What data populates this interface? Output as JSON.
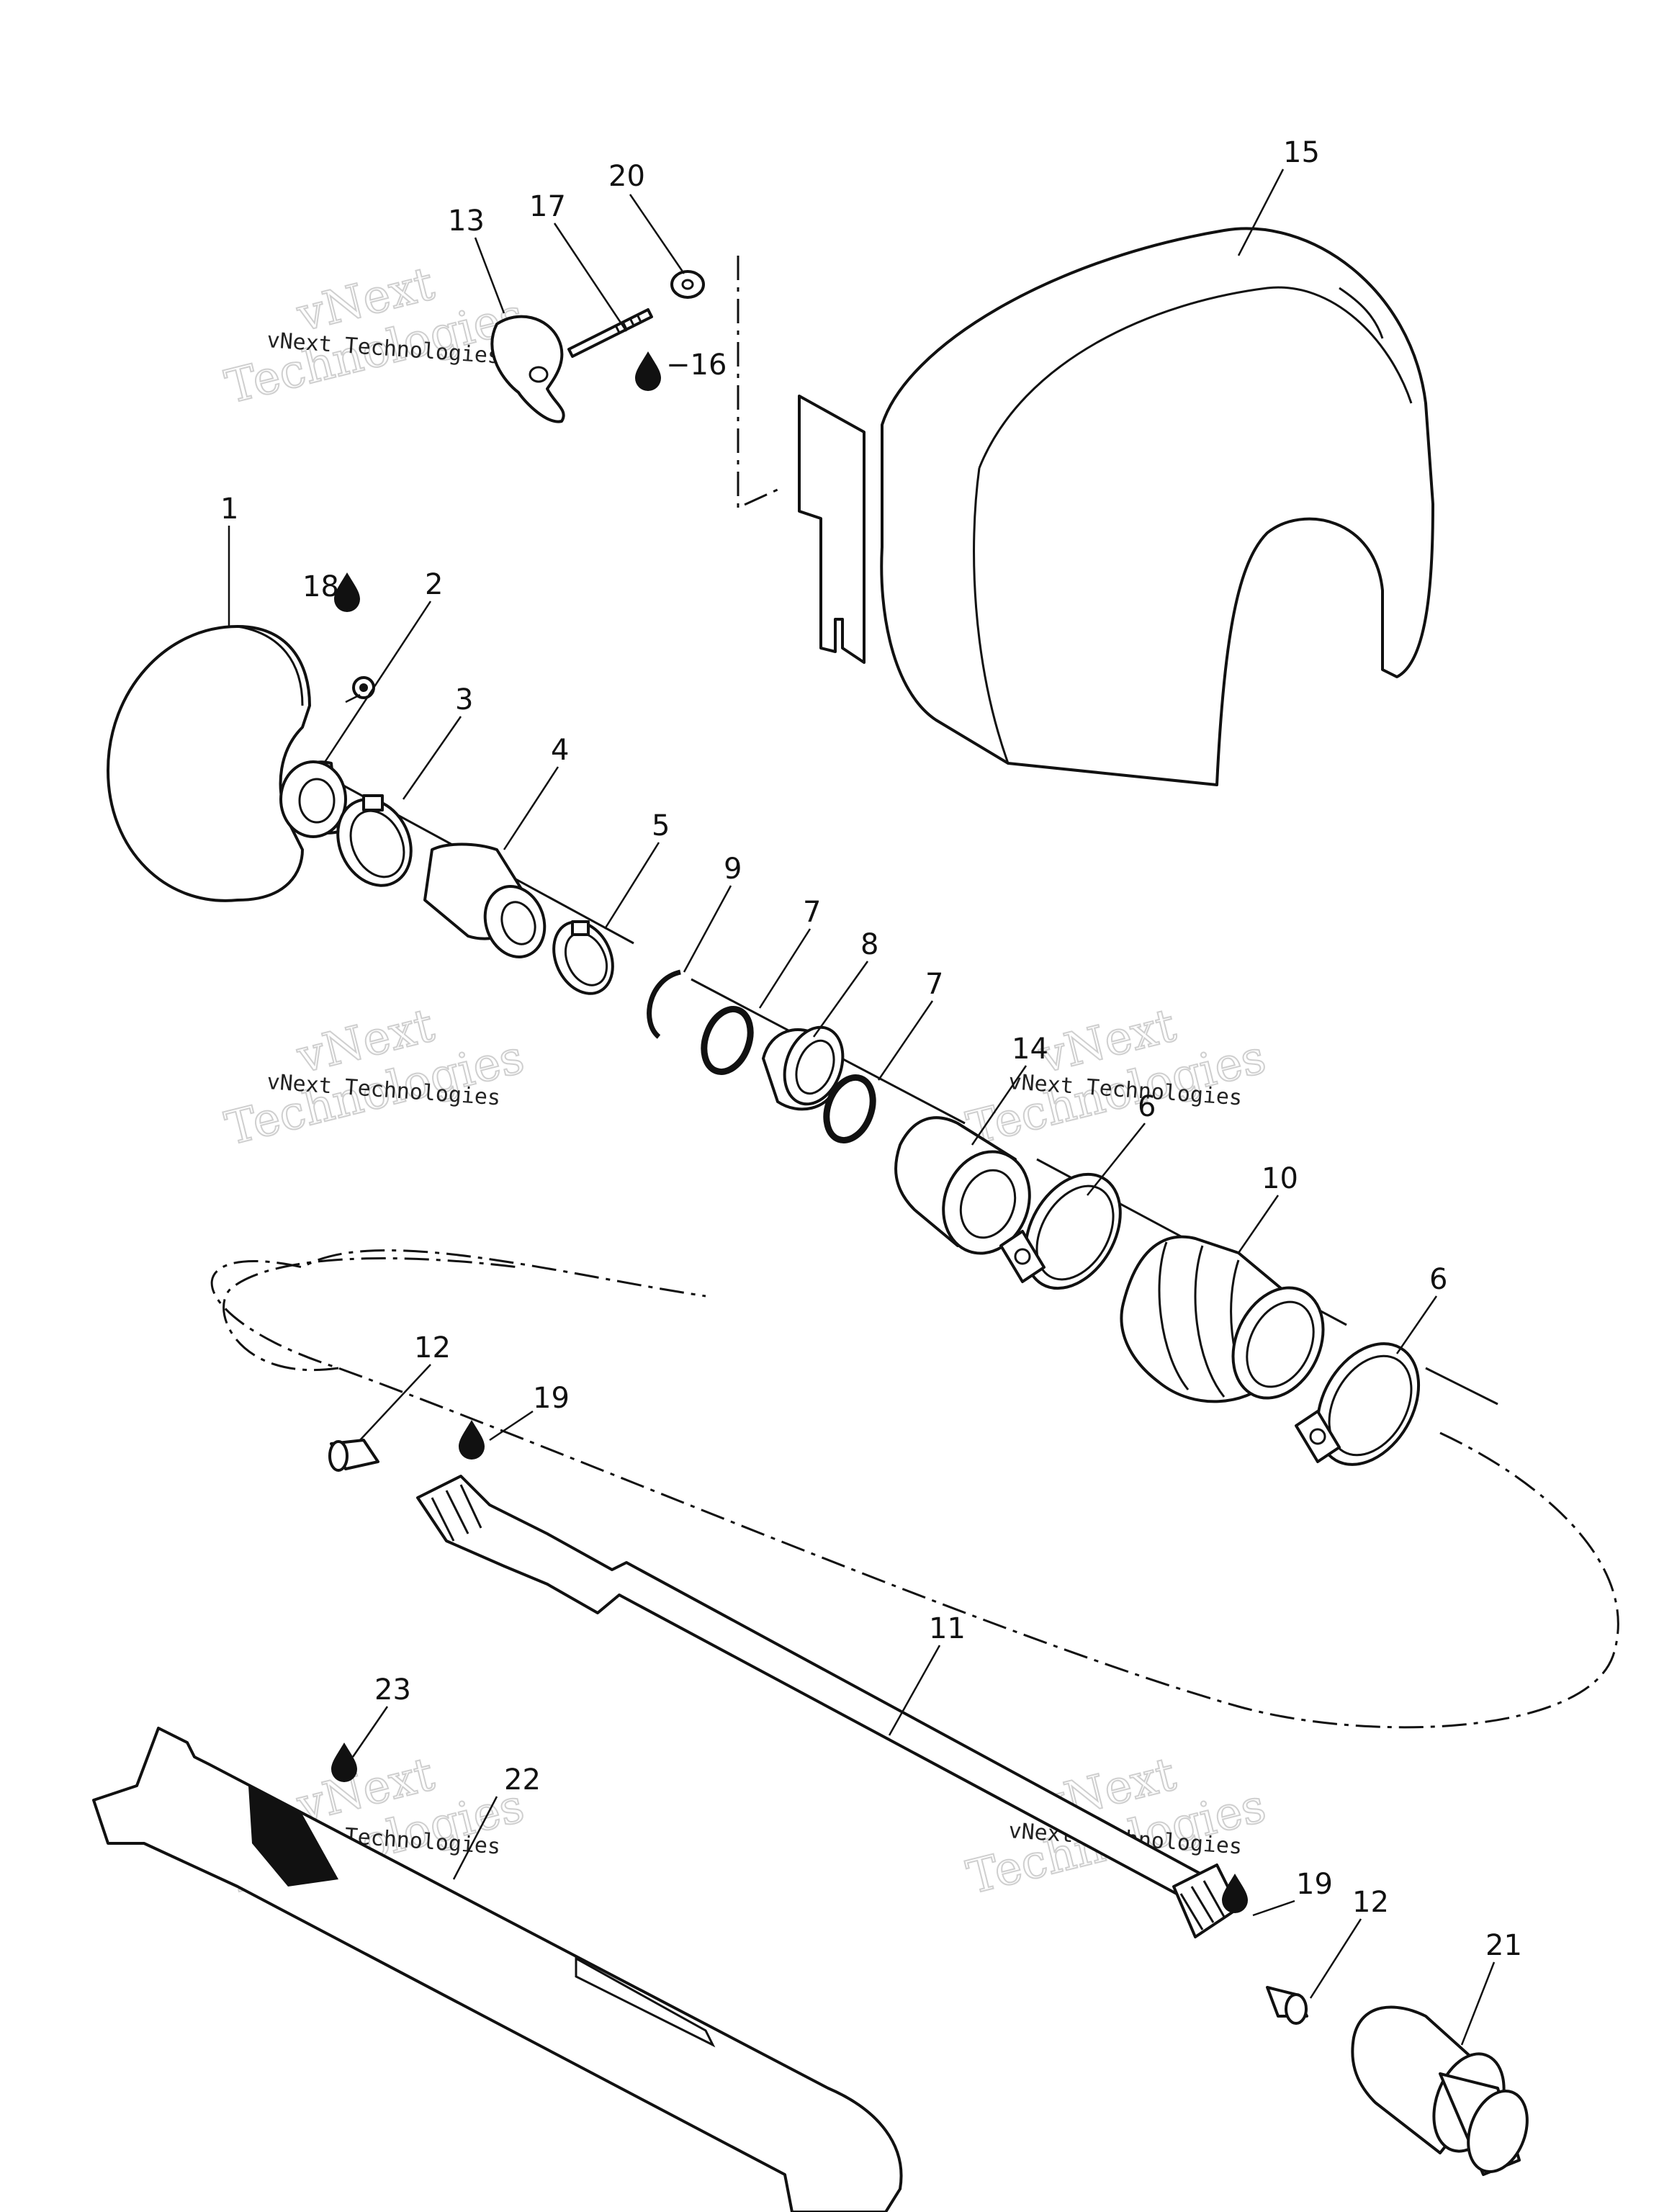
{
  "callouts": {
    "c1": "1",
    "c2": "2",
    "c3": "3",
    "c4": "4",
    "c5": "5",
    "c6a": "6",
    "c6b": "6",
    "c7a": "7",
    "c7b": "7",
    "c8": "8",
    "c9": "9",
    "c10": "10",
    "c11": "11",
    "c12a": "12",
    "c12b": "12",
    "c13": "13",
    "c14": "14",
    "c15": "15",
    "c16": "−16",
    "c17": "17",
    "c18": "18",
    "c19a": "19",
    "c19b": "19",
    "c20": "20",
    "c21": "21",
    "c22": "22",
    "c23": "23"
  },
  "watermark": {
    "brand_line1": "vNext",
    "brand_line2": "Technologies",
    "company": "vNext Technologies"
  },
  "icons": {
    "lubricant": "oil-drop-icon"
  }
}
